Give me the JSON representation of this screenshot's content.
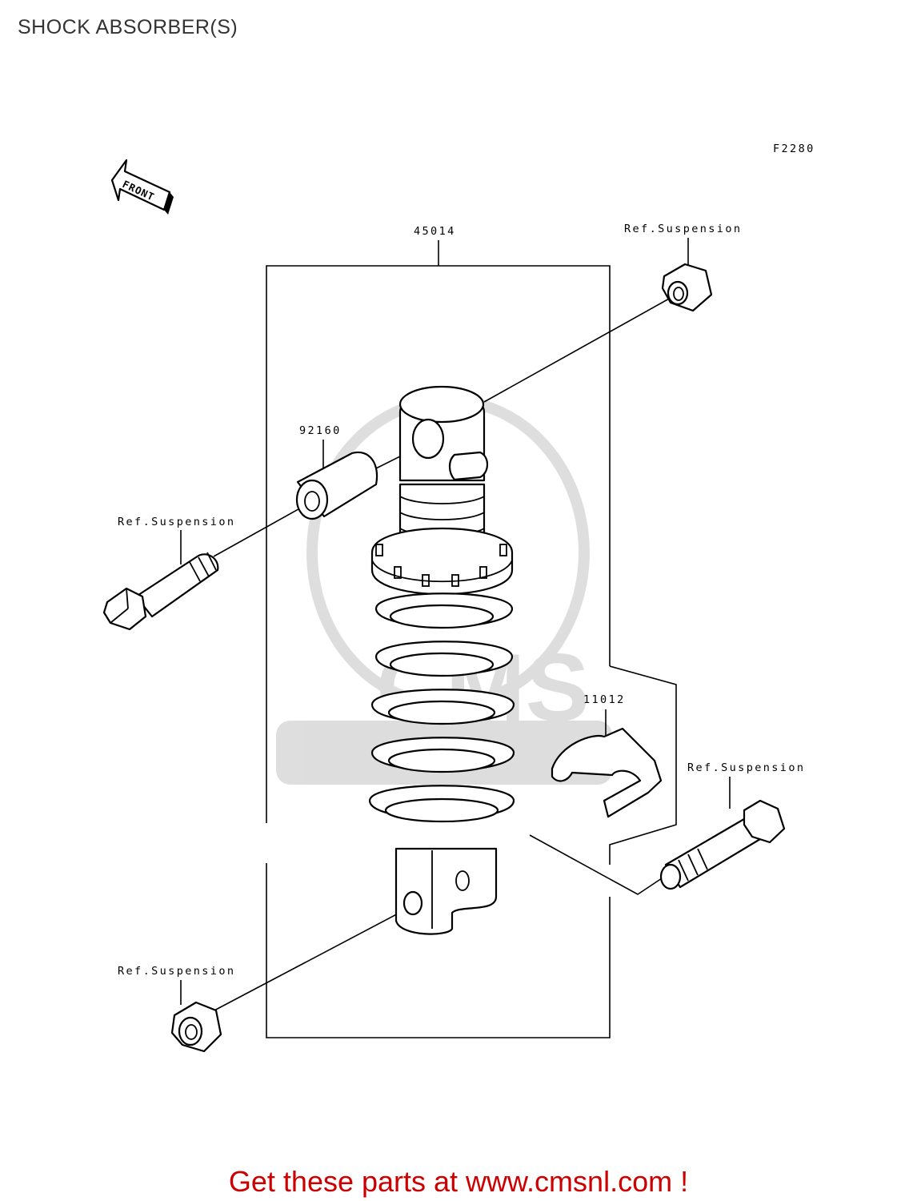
{
  "page": {
    "title": "SHOCK ABSORBER(S)",
    "footer_cta": "Get these parts at www.cmsnl.com !"
  },
  "diagram": {
    "figure_code": "F2280",
    "front_marker": "FRONT",
    "watermark": "CMS www.cmsnl.com",
    "labels": {
      "shock_assembly": "45014",
      "collar": "92160",
      "clamp": "11012",
      "nut_top": "Ref.Suspension",
      "bolt_top": "Ref.Suspension",
      "bolt_right": "Ref.Suspension",
      "nut_bottom": "Ref.Suspension"
    }
  }
}
